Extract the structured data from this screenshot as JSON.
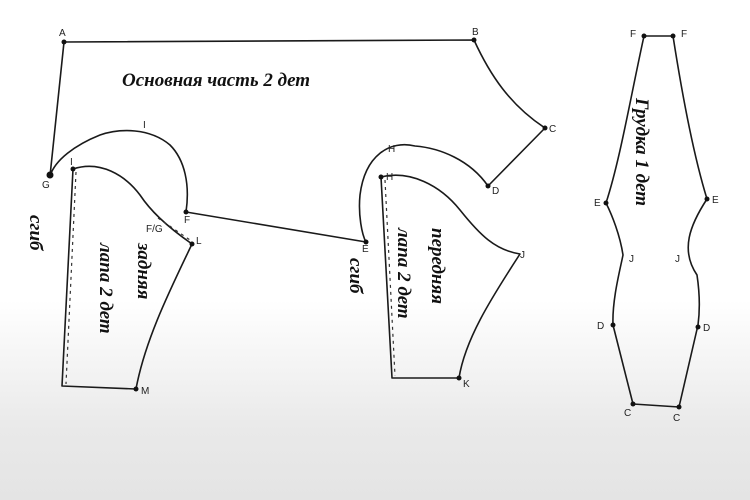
{
  "diagram": {
    "type": "sewing-pattern",
    "pieces": [
      {
        "id": "main-part",
        "title": "Основная часть 2 дет",
        "points": [
          "A",
          "B",
          "C",
          "D",
          "H",
          "E",
          "F",
          "I",
          "G"
        ]
      },
      {
        "id": "back-flap",
        "title_line1": "задняя",
        "title_line2": "лапа 2 дет",
        "fold_label": "сгиб",
        "points": [
          "I",
          "F/G",
          "L",
          "M"
        ]
      },
      {
        "id": "front-flap",
        "title_line1": "передняя",
        "title_line2": "лапа 2 дет",
        "fold_label": "сгиб",
        "points": [
          "H",
          "J",
          "K"
        ]
      },
      {
        "id": "chest",
        "title": "Грудка 1 дет",
        "points": [
          "F",
          "F",
          "E",
          "E",
          "J",
          "J",
          "D",
          "D",
          "C",
          "C"
        ]
      }
    ],
    "point_labels": {
      "A": "A",
      "B": "B",
      "C": "C",
      "D": "D",
      "G": "G",
      "I": "I",
      "F": "F",
      "L": "L",
      "M": "M",
      "H": "H",
      "E": "E",
      "J": "J",
      "K": "K",
      "FG": "F/G"
    }
  }
}
